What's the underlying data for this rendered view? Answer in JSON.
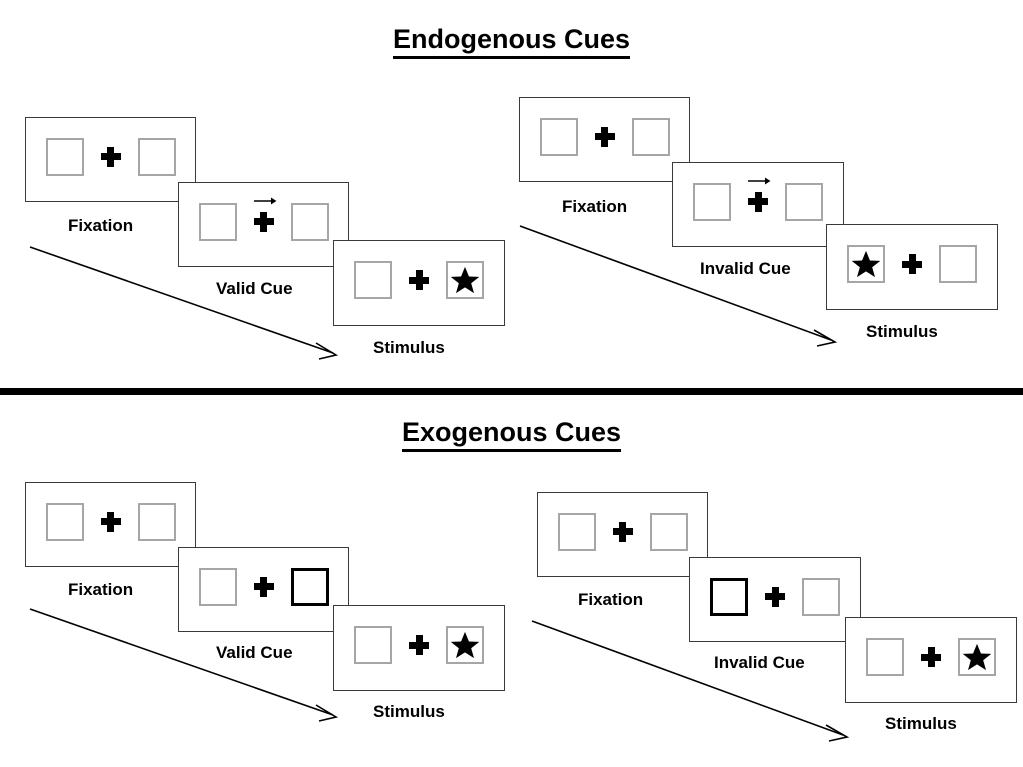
{
  "sections": [
    {
      "id": "endogenous",
      "title": "Endogenous Cues",
      "groups": [
        {
          "id": "endogenous-valid",
          "panels": [
            {
              "id": "fixation",
              "label": "Fixation",
              "left_box": "empty",
              "right_box": "empty",
              "cue": "none",
              "center": "plus"
            },
            {
              "id": "valid-cue",
              "label": "Valid Cue",
              "left_box": "empty",
              "right_box": "empty",
              "cue": "arrow-right",
              "center": "plus"
            },
            {
              "id": "stimulus",
              "label": "Stimulus",
              "left_box": "empty",
              "right_box": "star",
              "cue": "none",
              "center": "plus"
            }
          ]
        },
        {
          "id": "endogenous-invalid",
          "panels": [
            {
              "id": "fixation",
              "label": "Fixation",
              "left_box": "empty",
              "right_box": "empty",
              "cue": "none",
              "center": "plus"
            },
            {
              "id": "invalid-cue",
              "label": "Invalid Cue",
              "left_box": "empty",
              "right_box": "empty",
              "cue": "arrow-right",
              "center": "plus"
            },
            {
              "id": "stimulus",
              "label": "Stimulus",
              "left_box": "star",
              "right_box": "empty",
              "cue": "none",
              "center": "plus"
            }
          ]
        }
      ]
    },
    {
      "id": "exogenous",
      "title": "Exogenous Cues",
      "groups": [
        {
          "id": "exogenous-valid",
          "panels": [
            {
              "id": "fixation",
              "label": "Fixation",
              "left_box": "empty",
              "right_box": "empty",
              "cue": "none",
              "center": "plus"
            },
            {
              "id": "valid-cue",
              "label": "Valid Cue",
              "left_box": "empty",
              "right_box": "cued",
              "cue": "none",
              "center": "plus"
            },
            {
              "id": "stimulus",
              "label": "Stimulus",
              "left_box": "empty",
              "right_box": "star",
              "cue": "none",
              "center": "plus"
            }
          ]
        },
        {
          "id": "exogenous-invalid",
          "panels": [
            {
              "id": "fixation",
              "label": "Fixation",
              "left_box": "empty",
              "right_box": "empty",
              "cue": "none",
              "center": "plus"
            },
            {
              "id": "invalid-cue",
              "label": "Invalid Cue",
              "left_box": "cued",
              "right_box": "empty",
              "cue": "none",
              "center": "plus"
            },
            {
              "id": "stimulus",
              "label": "Stimulus",
              "left_box": "empty",
              "right_box": "star",
              "cue": "none",
              "center": "plus"
            }
          ]
        }
      ]
    }
  ],
  "labels": {
    "endogenous_title": "Endogenous Cues",
    "exogenous_title": "Exogenous Cues",
    "fixation": "Fixation",
    "valid_cue": "Valid Cue",
    "invalid_cue": "Invalid Cue",
    "stimulus": "Stimulus"
  },
  "icons": {
    "fixation_cross": "plus-icon",
    "cue_arrow": "arrow-right-icon",
    "target": "star-icon",
    "time_flow": "time-flow-arrow-icon"
  },
  "colors": {
    "text": "#000000",
    "panel_border": "#3a3a3a",
    "box_border": "#a6a6a6",
    "cued_box_border": "#000000",
    "target_fill": "#000000",
    "divider": "#000000",
    "background": "#ffffff"
  }
}
